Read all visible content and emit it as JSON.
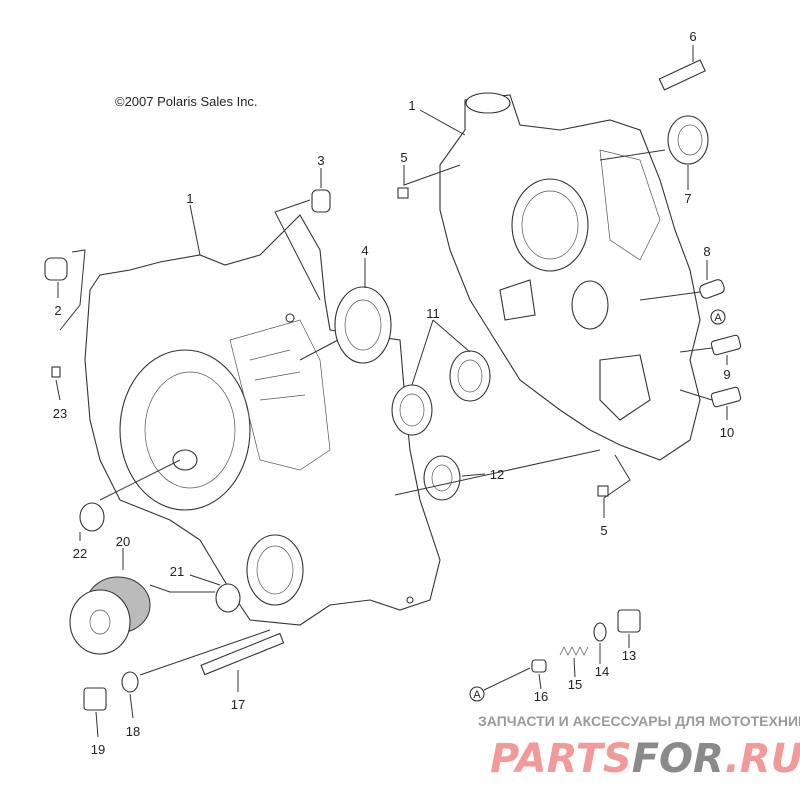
{
  "copyright": "©2007 Polaris Sales Inc.",
  "callouts": {
    "c1a": "1",
    "c1b": "1",
    "c2": "2",
    "c3": "3",
    "c4": "4",
    "c5a": "5",
    "c5b": "5",
    "c6": "6",
    "c7": "7",
    "c8": "8",
    "c9": "9",
    "c10": "10",
    "c11": "11",
    "c12": "12",
    "c13": "13",
    "c14": "14",
    "c15": "15",
    "c16": "16",
    "c17": "17",
    "c18": "18",
    "c19": "19",
    "c20": "20",
    "c21": "21",
    "c22": "22",
    "c23": "23",
    "refA1": "A",
    "refA2": "A"
  },
  "watermark": {
    "tagline": "ЗАПЧАСТИ И АКСЕССУАРЫ ДЛЯ МОТОТЕХНИКИ",
    "brand_parts": "PARTS",
    "brand_for": "FOR",
    "brand_ru": ".RU",
    "colors": {
      "pink": "#f29a9a",
      "gray": "#8a8a8a"
    }
  }
}
